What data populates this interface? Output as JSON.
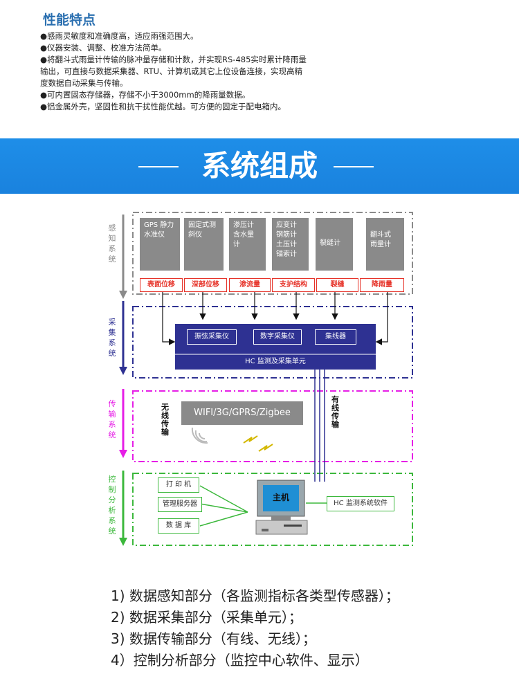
{
  "features": {
    "title": "性能特点",
    "lines": [
      "●感雨灵敏度和准确度高，适应雨强范围大。",
      "●仪器安装、调整、校准方法简单。",
      "●将翻斗式雨量计传输的脉冲量存储和计数，并实现RS-485实时累计降雨量",
      "输出，可直接与数据采集器、RTU、计算机或其它上位设备连接，实现高精",
      "度数据自动采集与传输。",
      "●可内置固态存储器，存储不小于3000mm的降雨量数据。",
      "●铝金属外壳，坚固性和抗干扰性能优越。可方便的固定于配电箱内。"
    ]
  },
  "banner": {
    "title": "系统组成"
  },
  "diagram": {
    "layers": {
      "perception": "感知系统",
      "collection": "采集系统",
      "transmission": "传输系统",
      "control": "控制分析系统"
    },
    "sensors": [
      "GPS 静力水准仪",
      "固定式测斜仪",
      "渗压计 含水量 计",
      "应变计 钢筋计 土压计 锚索计",
      "裂缝计",
      "翻斗式 雨量计"
    ],
    "metrics": [
      "表面位移",
      "深部位移",
      "渗流量",
      "支护结构",
      "裂缝",
      "降雨量"
    ],
    "collectors": [
      "振弦采集仪",
      "数字采集仪",
      "集线器"
    ],
    "unit_label": "HC 监测及采集单元",
    "wireless_label": "无线传输",
    "wired_label": "有线传输",
    "network_label": "WIFI/3G/GPRS/Zigbee",
    "host_label": "主机",
    "devices": [
      "打 印 机",
      "管理服务器",
      "数 据 库"
    ],
    "software_label": "HC 监测系统软件"
  },
  "summary": [
    "1) 数据感知部分（各监测指标各类型传感器）；",
    "2) 数据采集部分（采集单元）；",
    "3) 数据传输部分（有线、无线）；",
    "4）控制分析部分（监控中心软件、显示）"
  ],
  "colors": {
    "banner": "#1e8ee8",
    "perception": "#8a8a8a",
    "collection": "#2e3192",
    "transmission": "#e61ee6",
    "control": "#3cb83c",
    "metric_red": "#e63228"
  }
}
